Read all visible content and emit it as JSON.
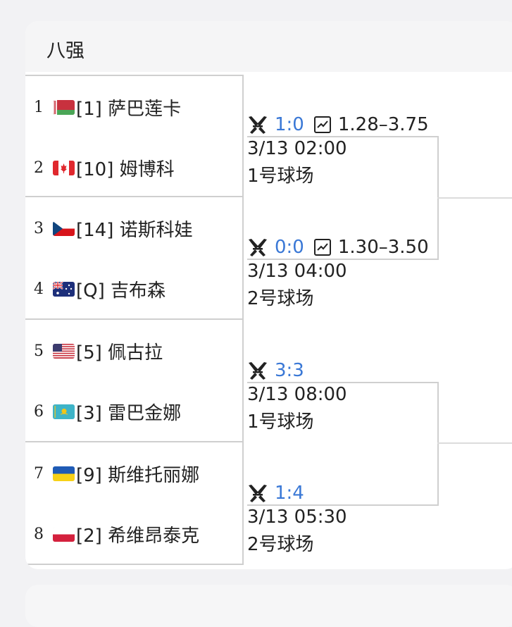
{
  "round_title": "八强",
  "players": [
    {
      "pos": "1",
      "flag": "belarus",
      "label": "[1] 萨巴莲卡"
    },
    {
      "pos": "2",
      "flag": "canada",
      "label": "[10] 姆博科"
    },
    {
      "pos": "3",
      "flag": "czech",
      "label": "[14] 诺斯科娃"
    },
    {
      "pos": "4",
      "flag": "australia",
      "label": "[Q] 吉布森"
    },
    {
      "pos": "5",
      "flag": "usa",
      "label": "[5] 佩古拉"
    },
    {
      "pos": "6",
      "flag": "kazakhstan",
      "label": "[3] 雷巴金娜"
    },
    {
      "pos": "7",
      "flag": "ukraine",
      "label": "[9] 斯维托丽娜"
    },
    {
      "pos": "8",
      "flag": "poland",
      "label": "[2] 希维昂泰克"
    }
  ],
  "matches": [
    {
      "score": "1:0",
      "odds": "1.28–3.75",
      "time": "3/13 02:00",
      "court": "1号球场"
    },
    {
      "score": "0:0",
      "odds": "1.30–3.50",
      "time": "3/13 04:00",
      "court": "2号球场"
    },
    {
      "score": "3:3",
      "odds": "",
      "time": "3/13 08:00",
      "court": "1号球场"
    },
    {
      "score": "1:4",
      "odds": "",
      "time": "3/13 05:30",
      "court": "2号球场"
    }
  ],
  "colors": {
    "score_blue": "#3a78d6",
    "line_gray": "#cfcfcf"
  },
  "icons": {
    "match": "crossed-swords-icon",
    "odds": "trend-chart-icon"
  }
}
